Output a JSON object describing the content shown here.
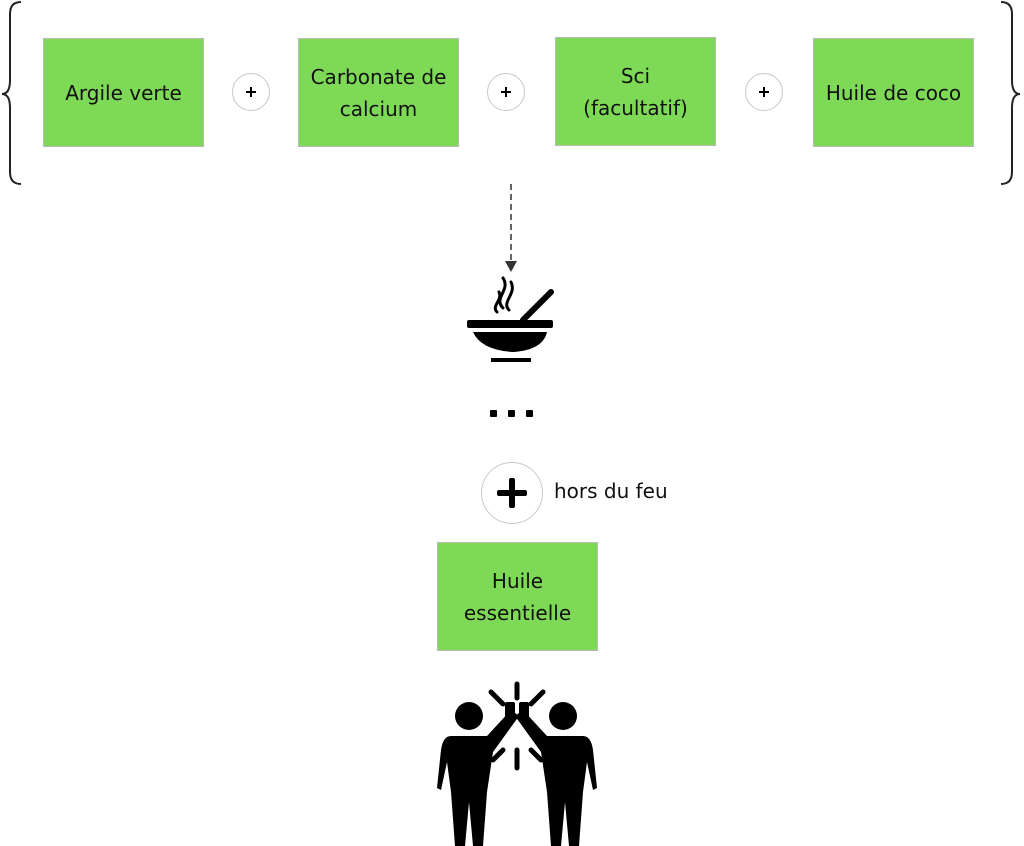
{
  "ingredients": [
    {
      "label": "Argile verte"
    },
    {
      "label": "Carbonate de\ncalcium"
    },
    {
      "label": "Sci\n(facultatif)"
    },
    {
      "label": "Huile de coco"
    }
  ],
  "off_heat": {
    "note": "hors du feu",
    "ingredient": "Huile\nessentielle"
  },
  "colors": {
    "box_fill": "#7ed957",
    "box_border": "#b9b9b9",
    "icon": "#000000"
  },
  "icons": {
    "cooking": "hot-bowl-icon",
    "result": "high-five-icon",
    "ellipsis": "ellipsis-icon",
    "plus": "plus-icon"
  }
}
